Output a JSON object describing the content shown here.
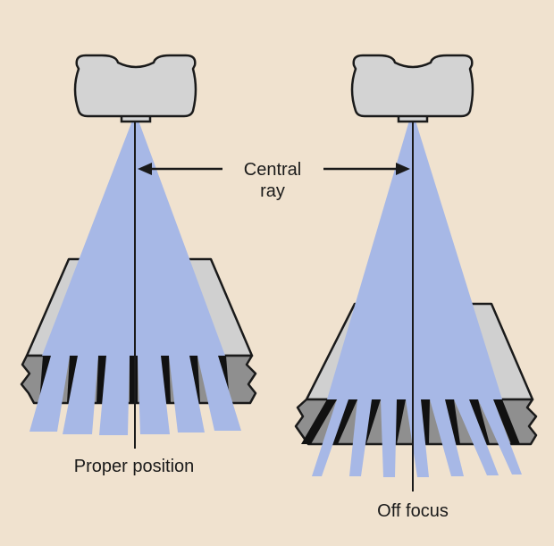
{
  "labels": {
    "central_ray_line1": "Central",
    "central_ray_line2": "ray",
    "left_caption": "Proper position",
    "right_caption": "Off focus"
  },
  "colors": {
    "background": "#f0e2cf",
    "beam": "#a7b8e6",
    "tube": "#d3d3d3",
    "grid_top": "#d0d0d0",
    "grid_band": "#8f8f8f",
    "grid_strip": "#111111",
    "outline": "#1a1a1a"
  }
}
